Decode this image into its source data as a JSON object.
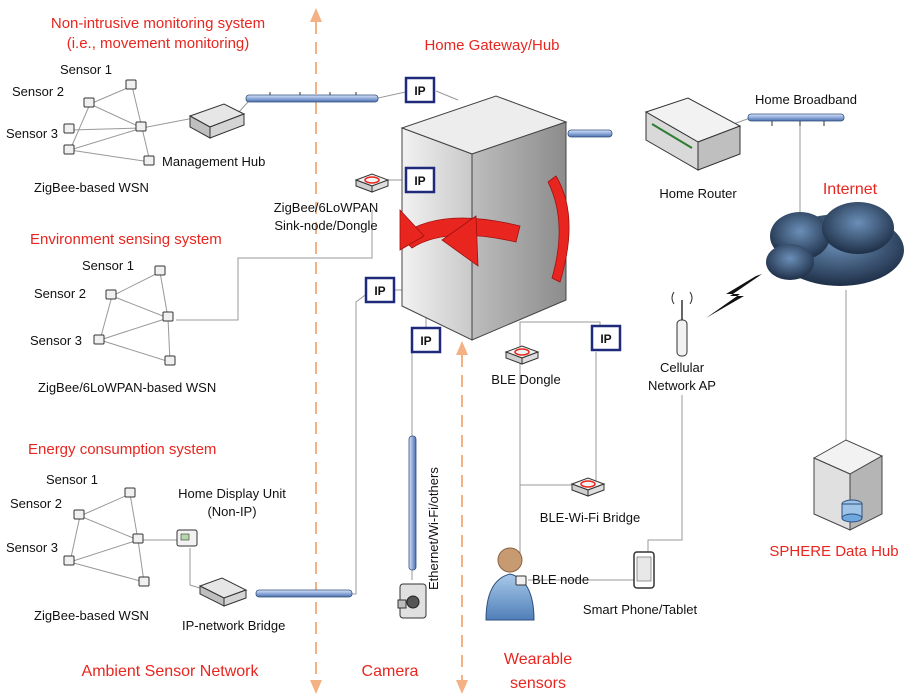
{
  "systems": {
    "non_intrusive": [
      "Non-intrusive monitoring system",
      "(i.e., movement monitoring)"
    ],
    "environment": "Environment sensing system",
    "energy": "Energy consumption system"
  },
  "sensors": {
    "s1": "Sensor 1",
    "s2": "Sensor 2",
    "s3": "Sensor 3"
  },
  "networks": {
    "zigbee_wsn": "ZigBee-based WSN",
    "lowpan_wsn": "ZigBee/6LoWPAN-based WSN"
  },
  "devices": {
    "management_hub": "Management Hub",
    "dongle": [
      "ZigBee/6LoWPAN",
      "Sink-node/Dongle"
    ],
    "home_display": [
      "Home Display Unit",
      "(Non-IP)"
    ],
    "ip_bridge": "IP-network Bridge",
    "home_gateway": "Home Gateway/Hub",
    "home_router": "Home Router",
    "home_broadband": "Home Broadband",
    "internet": "Internet",
    "cellular": [
      "Cellular",
      "Network AP"
    ],
    "ble_dongle": "BLE Dongle",
    "ble_wifi_bridge": "BLE-Wi-Fi Bridge",
    "ble_node": "BLE node",
    "smartphone": "Smart Phone/Tablet",
    "data_hub": "SPHERE Data Hub",
    "ethernet": "Ethernet/Wi-Fi/others",
    "ip_label": "IP"
  },
  "sections": {
    "ambient": "Ambient Sensor Network",
    "camera": "Camera",
    "wearable": [
      "Wearable",
      "sensors"
    ]
  },
  "colors": {
    "accent_red": "#e8261f",
    "divider_orange": "#f4b183",
    "ip_box_blue": "#1f2a7a",
    "bus_blue": "#8faadc"
  }
}
